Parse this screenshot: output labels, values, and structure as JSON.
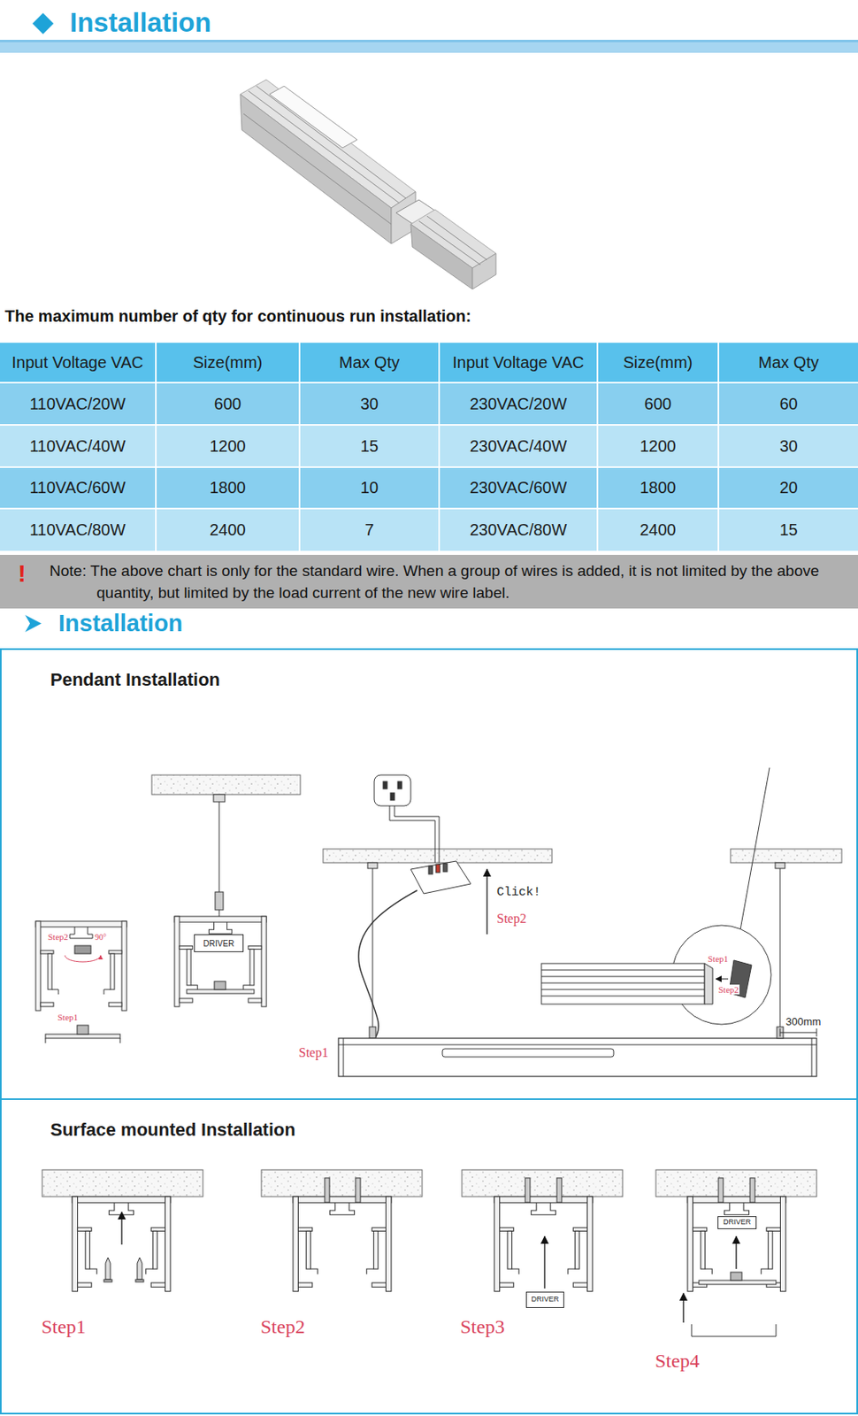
{
  "diagram": {
    "title": "Installation",
    "nodes": [
      {
        "text": [
          "!",
          "Note: The above chart is only for the standard wire. When a group of wires is added, it is not limited by the above quantity, but limited by the load current of the new wire label."
        ]
      },
      {
        "text": [
          "Pendant Installation"
        ]
      },
      {
        "text": [
          "DRIVER"
        ],
        "in": 1
      },
      {
        "text": [
          "Surface mounted Installation"
        ]
      },
      {
        "text": [
          "DRIVER"
        ],
        "in": 3
      },
      {
        "text": [
          "DRIVER"
        ],
        "in": 3
      }
    ],
    "labels": [
      "The maximum number of qty for continuous run installation:",
      "Input Voltage VAC",
      "Size(mm)",
      "Max Qty",
      "Input Voltage VAC",
      "Size(mm)",
      "Max Qty",
      "110VAC/20W",
      "600",
      "30",
      "230VAC/20W",
      "600",
      "60",
      "110VAC/40W",
      "1200",
      "15",
      "230VAC/40W",
      "1200",
      "30",
      "110VAC/60W",
      "1800",
      "10",
      "230VAC/60W",
      "1800",
      "20",
      "110VAC/80W",
      "2400",
      "7",
      "230VAC/80W",
      "2400",
      "15",
      "Installation",
      "Step2",
      "90°",
      "Step1",
      "Click!",
      "Step2",
      "Step1",
      "Step1",
      "Step2",
      "300mm",
      "Step1",
      "Step2",
      "Step3",
      "Step4"
    ]
  }
}
